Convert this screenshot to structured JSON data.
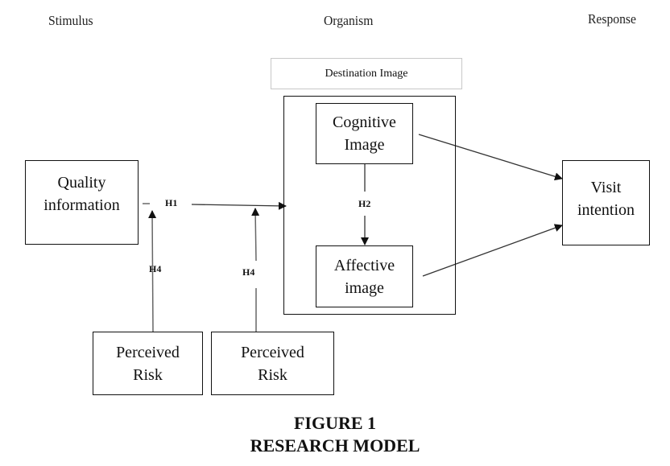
{
  "diagram": {
    "sections": {
      "stimulus": "Stimulus",
      "organism": "Organism",
      "response": "Response"
    },
    "group_label": "Destination Image",
    "nodes": {
      "quality_information": "Quality information",
      "cognitive_image": "Cognitive Image",
      "affective_image": "Affective image",
      "visit_intention": "Visit intention",
      "perceived_risk_1": "Perceived Risk",
      "perceived_risk_2": "Perceived Risk"
    },
    "hypotheses": {
      "h1": "H1",
      "h2": "H2",
      "h4_left": "H4",
      "h4_right": "H4"
    },
    "edges": [
      {
        "from": "quality_information",
        "to": "destination_image_group",
        "label": "H1"
      },
      {
        "from": "cognitive_image",
        "to": "affective_image",
        "label": "H2"
      },
      {
        "from": "cognitive_image",
        "to": "visit_intention",
        "label": ""
      },
      {
        "from": "affective_image",
        "to": "visit_intention",
        "label": ""
      },
      {
        "from": "perceived_risk_1",
        "to": "quality_information-link",
        "label": "H4"
      },
      {
        "from": "perceived_risk_2",
        "to": "h1-link",
        "label": "H4"
      }
    ]
  },
  "caption": {
    "line1": "FIGURE 1",
    "line2": "RESEARCH MODEL"
  }
}
